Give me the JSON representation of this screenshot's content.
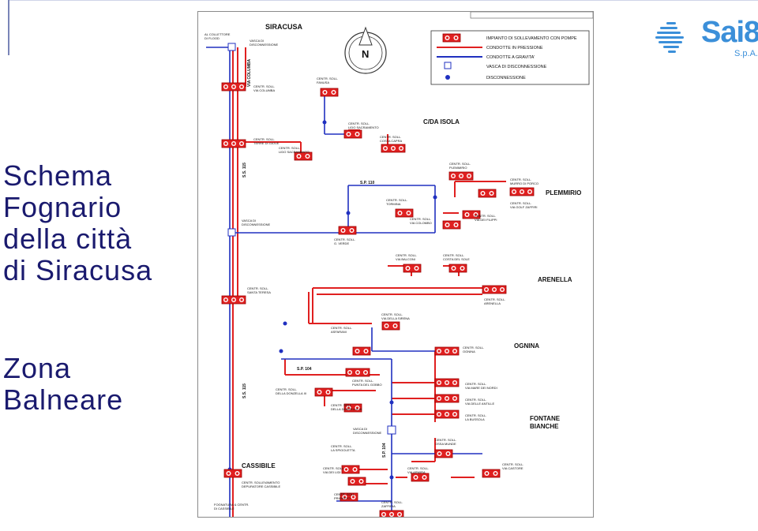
{
  "slide": {
    "title_lines": [
      "Schema",
      "Fognario",
      "della città",
      "di Siracusa"
    ],
    "subtitle_lines": [
      "Zona",
      "Balneare"
    ]
  },
  "logo": {
    "name": "Sai",
    "digit": "8",
    "sub": "S.p.A."
  },
  "legend": {
    "items": [
      {
        "label": "IMPIANTO DI SOLLEVAMENTO CON POMPE",
        "kind": "pump"
      },
      {
        "label": "CONDOTTE IN PRESSIONE",
        "kind": "red-line"
      },
      {
        "label": "CONDOTTE A GRAVITA'",
        "kind": "blue-line"
      },
      {
        "label": "VASCA DI DISCONNESSIONE",
        "kind": "box"
      },
      {
        "label": "DISCONNESSIONE",
        "kind": "dot"
      }
    ]
  },
  "colors": {
    "pressure": "#e02020",
    "gravity": "#2030c0",
    "title": "#1a1a6e"
  },
  "diagram": {
    "areas": {
      "siracusa": "SIRACUSA",
      "cda_isola": "C/DA ISOLA",
      "plemmirio": "PLEMMIRIO",
      "arenella": "ARENELLA",
      "ognina": "OGNINA",
      "fontane_1": "FONTANE",
      "fontane_2": "BIANCHE",
      "cassibile": "CASSIBILE"
    },
    "roads": {
      "ss115_a": "S.S. 115",
      "ss115_b": "S.S. 115",
      "sp110": "S.P. 110",
      "sp104_a": "S.P. 104",
      "sp104_b": "S.P. 104",
      "via_columba": "VIA COLUMBA"
    },
    "compass": "N",
    "stations": [
      {
        "l1": "AL COLLETTORE",
        "l2": "DI FLOOD"
      },
      {
        "l1": "VASCA DI",
        "l2": "DISCONNESSIONE"
      },
      {
        "l1": "CENTR. SOLL.",
        "l2": "VIA COLUMBA"
      },
      {
        "l1": "CENTR. SOLL.",
        "l2": "FANUSA"
      },
      {
        "l1": "CENTR. SOLL.",
        "l2": "LIDO SACRAMENTO"
      },
      {
        "l1": "CENTR. SOLL.",
        "l2": "TERRE DI GIOVE"
      },
      {
        "l1": "CENTR. SOLL.",
        "l2": "LIDO SACRAMENTO"
      },
      {
        "l1": "CENTR. SOLL.",
        "l2": "COSTA CAPRA"
      },
      {
        "l1": "CENTR. SOLL.",
        "l2": "PLEMMIRIO"
      },
      {
        "l1": "CENTR. SOLL.",
        "l2": "MURRO DI PORCO"
      },
      {
        "l1": "CENTR. SOLL.",
        "l2": "TORMINA"
      },
      {
        "l1": "CENTR. SOLL.",
        "l2": "VIA COLOMBO"
      },
      {
        "l1": "CENTR. SOLL.",
        "l2": "VIA DEI FILIPPI"
      },
      {
        "l1": "CENTR. SOLL.",
        "l2": "VIA GOLF ZAFFIRI"
      },
      {
        "l1": "VASCA DI",
        "l2": "DISCONNESSIONE"
      },
      {
        "l1": "CENTR. SOLL.",
        "l2": "G. VERDE"
      },
      {
        "l1": "CENTR. SOLL.",
        "l2": "VIA BALCONI"
      },
      {
        "l1": "CENTR. SOLL.",
        "l2": "COSTA DEL SOLE"
      },
      {
        "l1": "CENTR. SOLL.",
        "l2": "SANTA TERESA"
      },
      {
        "l1": "CENTR. SOLL.",
        "l2": "ARENELLA"
      },
      {
        "l1": "CENTR. SOLL.",
        "l2": "VIA DELLA SIRENA"
      },
      {
        "l1": "CENTR. SOLL.",
        "l2": "ASFARANI"
      },
      {
        "l1": "CENTR. SOLL.",
        "l2": "OGNINA"
      },
      {
        "l1": "CENTR. SOLL.",
        "l2": "PUNTA DEL GOBBO"
      },
      {
        "l1": "CENTR. SOLL.",
        "l2": "DELLA DONZELLA III"
      },
      {
        "l1": "CENTR. SOLL.",
        "l2": "VIA MARE DEI NORDI"
      },
      {
        "l1": "CENTR. SOLL.",
        "l2": "DELLA DONZELLA III"
      },
      {
        "l1": "CENTR. SOLL.",
        "l2": "VIA DELLE ANTILLE"
      },
      {
        "l1": "CENTR. SOLL.",
        "l2": "LA BUSSOLA"
      },
      {
        "l1": "VASCA DI",
        "l2": "DISCONNESSIONE"
      },
      {
        "l1": "CENTR. SOLL.",
        "l2": "OSSA MUNDE"
      },
      {
        "l1": "CENTR. SOLL.",
        "l2": "LA SPIGOLETTA"
      },
      {
        "l1": "CENTR. SOLL.",
        "l2": "VIA DEI LIDI"
      },
      {
        "l1": "CENTR. SOLL.",
        "l2": "VIA ARMIRA"
      },
      {
        "l1": "CENTR. SOLL.",
        "l2": "VIA CASTORE"
      },
      {
        "l1": "CENTR. SOLLEVAMENTO",
        "l2": "DEPURATORE CASSIBILE"
      },
      {
        "l1": "CENTR. SOLL.",
        "l2": "PRIOVETO"
      },
      {
        "l1": "CENTR. SOLL.",
        "l2": "ZAFFIRIA"
      },
      {
        "l1": "FOGNATURA & CENTR.",
        "l2": "DI CASSIBILE"
      }
    ]
  }
}
